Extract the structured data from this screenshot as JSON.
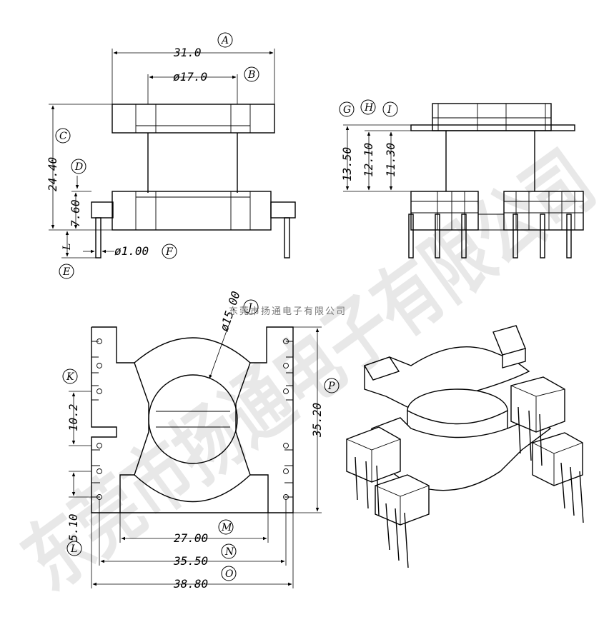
{
  "watermark": {
    "large": "东莞市扬通电子有限公司",
    "small": "东莞市扬通电子有限公司"
  },
  "front_view": {
    "dims": {
      "width": "31.0",
      "inner": "ø17.0",
      "height": "24.40",
      "base": "7.60",
      "pin": "ø1.00"
    },
    "letters": {
      "A": "A",
      "B": "B",
      "C": "C",
      "D": "D",
      "E": "E",
      "F": "F",
      "L": "L"
    }
  },
  "side_view": {
    "dims": {
      "h1": "13.50",
      "h2": "12.10",
      "h3": "11.30"
    },
    "letters": {
      "G": "G",
      "H": "H",
      "I": "I"
    }
  },
  "bottom_view": {
    "dims": {
      "bore": "ø15.00",
      "pitch": "10.2",
      "span": "5.10",
      "height": "35.20",
      "w1": "27.00",
      "w2": "35.50",
      "w3": "38.80"
    },
    "letters": {
      "J": "J",
      "K": "K",
      "L": "L",
      "M": "M",
      "N": "N",
      "O": "O",
      "P": "P"
    }
  },
  "iso_view": {}
}
